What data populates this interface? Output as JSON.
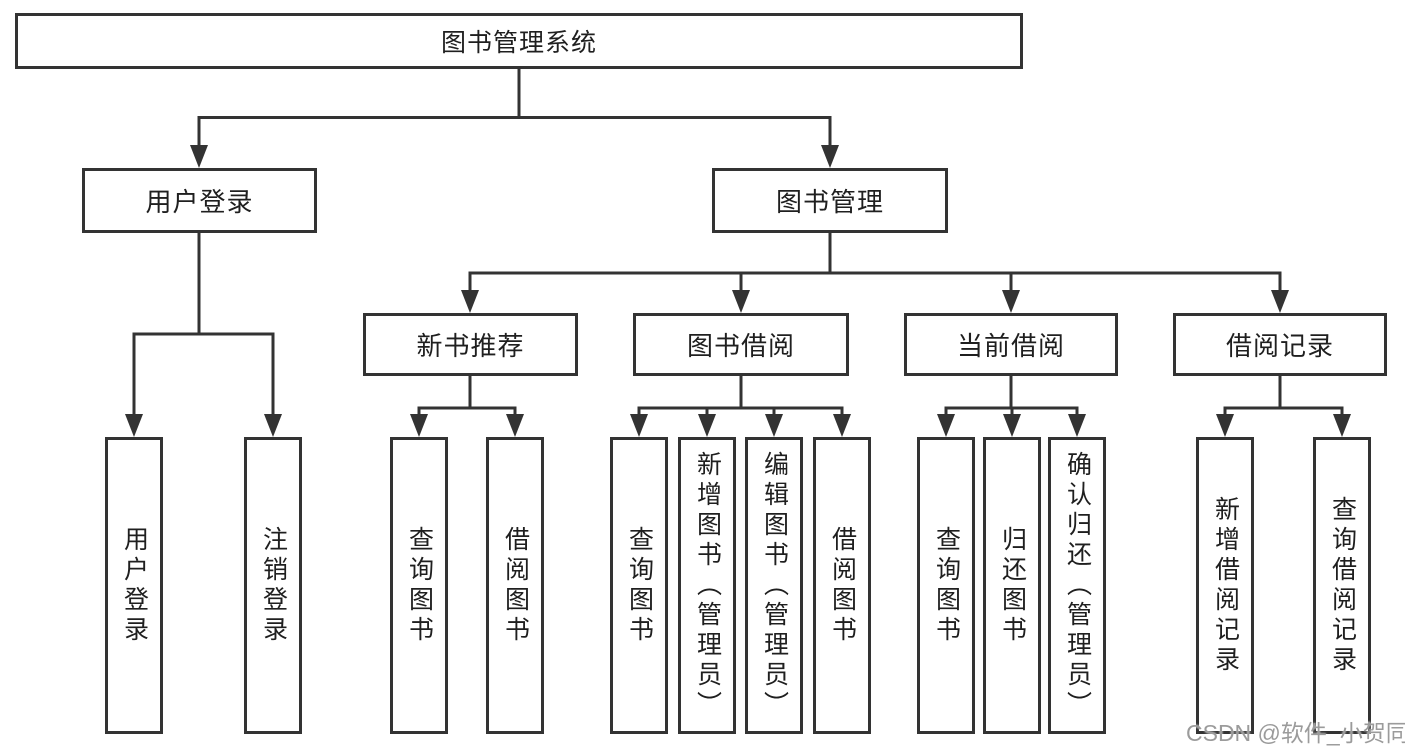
{
  "diagram": {
    "title": "图书管理系统",
    "nodes": {
      "root": {
        "label": "图书管理系统"
      },
      "user_login": {
        "label": "用户登录"
      },
      "book_management": {
        "label": "图书管理"
      },
      "new_book_recommend": {
        "label": "新书推荐"
      },
      "book_borrowing": {
        "label": "图书借阅"
      },
      "current_borrowing": {
        "label": "当前借阅"
      },
      "borrowing_records": {
        "label": "借阅记录"
      },
      "leaf_user_login": {
        "label": "用户登录"
      },
      "leaf_logout": {
        "label": "注销登录"
      },
      "leaf_recommend_query_books": {
        "label": "查询图书"
      },
      "leaf_recommend_borrow_books": {
        "label": "借阅图书"
      },
      "leaf_borrow_query_books": {
        "label": "查询图书"
      },
      "leaf_borrow_add_books": {
        "label": "新增图书（管理员）"
      },
      "leaf_borrow_edit_books": {
        "label": "编辑图书（管理员）"
      },
      "leaf_borrow_borrow_books": {
        "label": "借阅图书"
      },
      "leaf_current_query_books": {
        "label": "查询图书"
      },
      "leaf_current_return_books": {
        "label": "归还图书"
      },
      "leaf_current_confirm_return": {
        "label": "确认归还（管理员）"
      },
      "leaf_records_add_record": {
        "label": "新增借阅记录"
      },
      "leaf_records_query_record": {
        "label": "查询借阅记录"
      }
    },
    "colors": {
      "line": "#333333",
      "text": "#1f1f1f",
      "box_background": "#ffffff",
      "watermark": "#9b9b9b"
    }
  },
  "watermark": {
    "text": "CSDN @软件_小贺同学"
  }
}
